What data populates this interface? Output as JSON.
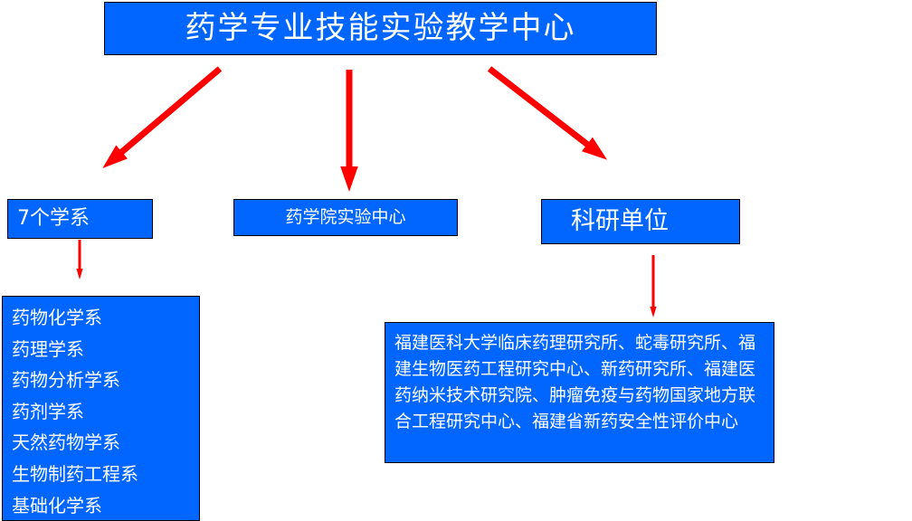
{
  "title": "药学专业技能实验教学中心",
  "branches": {
    "departments": {
      "label": "7个学系",
      "items": [
        "药物化学系",
        "药理学系",
        "药物分析学系",
        "药剂学系",
        "天然药物学系",
        "生物制药工程系",
        "基础化学系"
      ]
    },
    "lab_center": {
      "label": "药学院实验中心"
    },
    "research": {
      "label": "科研单位",
      "description": "福建医科大学临床药理研究所、蛇毒研究所、福建生物医药工程研究中心、新药研究所、福建医药纳米技术研究院、肿瘤免疫与药物国家地方联合工程研究中心、福建省新药安全性评价中心"
    }
  },
  "colors": {
    "box": "#0066FF",
    "arrow": "#FF0000"
  }
}
